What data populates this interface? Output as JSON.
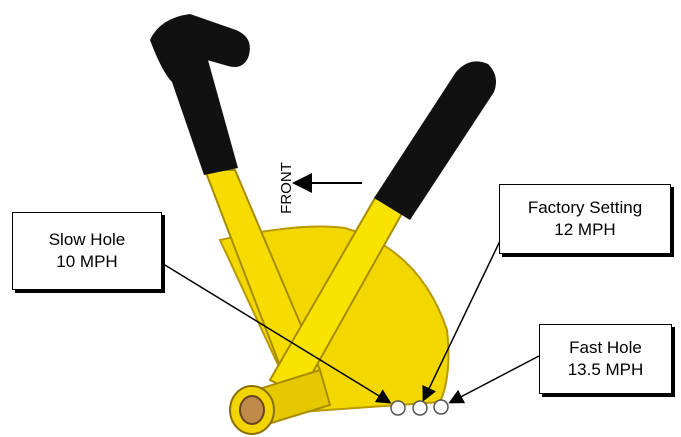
{
  "diagram": {
    "direction_label": "FRONT",
    "callouts": {
      "slow": {
        "line1": "Slow Hole",
        "line2": "10 MPH"
      },
      "factory": {
        "line1": "Factory Setting",
        "line2": "12 MPH"
      },
      "fast": {
        "line1": "Fast Hole",
        "line2": "13.5 MPH"
      }
    },
    "colors": {
      "frame_yellow": "#f7e000",
      "frame_shadow": "#c7a800",
      "grip_black": "#111111",
      "bushing_bronze": "#c08a4a",
      "outline": "#000000"
    }
  }
}
